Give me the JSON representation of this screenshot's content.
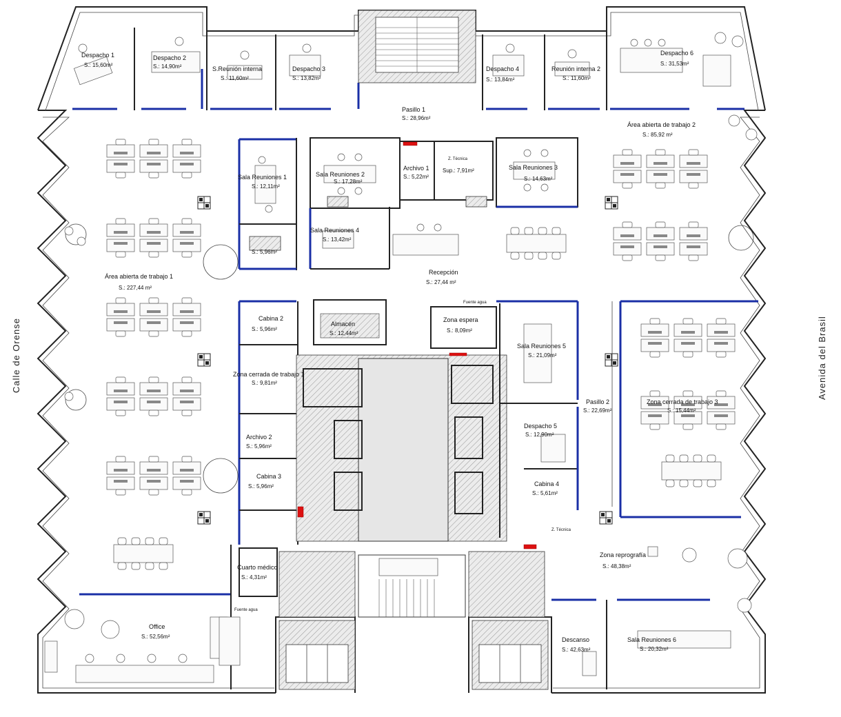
{
  "streets": {
    "left": "Calle de Orense",
    "right": "Avenida del Brasil"
  },
  "rooms": [
    {
      "id": "despacho1",
      "name": "Despacho 1",
      "area": "S.: 15,60m²"
    },
    {
      "id": "despacho2",
      "name": "Despacho 2",
      "area": "S.: 14,90m²"
    },
    {
      "id": "reunion-interna1",
      "name": "S.Reunión interna",
      "area": "S.: 11,60m²"
    },
    {
      "id": "despacho3-top",
      "name": "Despacho 3",
      "area": "S.: 13,82m²"
    },
    {
      "id": "despacho4",
      "name": "Despacho 4",
      "area": "S.: 13,84m²"
    },
    {
      "id": "reunion-interna2",
      "name": "Reunión interna 2",
      "area": "S.: 11,60m²"
    },
    {
      "id": "despacho6",
      "name": "Despacho 6",
      "area": "S.: 31,53m²"
    },
    {
      "id": "pasillo1",
      "name": "Pasillo 1",
      "area": "S.: 28,96m²"
    },
    {
      "id": "area-abierta2",
      "name": "Área abierta de trabajo 2",
      "area": "S.: 85,92 m²"
    },
    {
      "id": "sala-reuniones1",
      "name": "Sala Reuniones 1",
      "area": "S.: 12,11m²"
    },
    {
      "id": "sala-reuniones2",
      "name": "Sala Reuniones 2",
      "area": "S.: 17,28m²"
    },
    {
      "id": "archivo1",
      "name": "Archivo 1",
      "area": "S.: 5,22m²"
    },
    {
      "id": "z-tecnica",
      "name": "Z. Técnica",
      "area": "Sup.: 7,91m²"
    },
    {
      "id": "sala-reuniones3",
      "name": "Sala Reuniones 3",
      "area": "S.: 14,63m²"
    },
    {
      "id": "sala-reuniones4",
      "name": "Sala Reuniones 4",
      "area": "S.: 13,42m²"
    },
    {
      "id": "cabina-small-top",
      "name": "",
      "area": "S.: 5,96m²"
    },
    {
      "id": "recepcion",
      "name": "Recepción",
      "area": "S.: 27,44 m²"
    },
    {
      "id": "area-abierta1",
      "name": "Área abierta de trabajo 1",
      "area": "S.: 227,44 m²"
    },
    {
      "id": "cabina2",
      "name": "Cabina 2",
      "area": "S.: 5,96m²"
    },
    {
      "id": "almacen",
      "name": "Almacén",
      "area": "S.: 12,44m²"
    },
    {
      "id": "zona-espera",
      "name": "Zona espera",
      "area": "S.: 8,09m²"
    },
    {
      "id": "sala-reuniones5",
      "name": "Sala Reuniones 5",
      "area": "S.: 21,09m²"
    },
    {
      "id": "zona-cerrada1",
      "name": "Zona cerrada de trabajo 1",
      "area": "S.: 9,81m²"
    },
    {
      "id": "pasillo2",
      "name": "Pasillo 2",
      "area": "S.: 22,69m²"
    },
    {
      "id": "zona-cerrada3",
      "name": "Zona cerrada de trabajo 3",
      "area": "S.: 15,44m²"
    },
    {
      "id": "despacho5",
      "name": "Despacho 5",
      "area": "S.: 12,90m²"
    },
    {
      "id": "archivo2",
      "name": "Archivo 2",
      "area": "S.: 5,96m²"
    },
    {
      "id": "cabina4",
      "name": "Cabina 4",
      "area": "S.: 5,61m²"
    },
    {
      "id": "cabina3",
      "name": "Cabina 3",
      "area": "S.: 5,96m²"
    },
    {
      "id": "cuarto-medico",
      "name": "Cuarto médico",
      "area": "S.: 4,31m²"
    },
    {
      "id": "zona-reprografia",
      "name": "Zona reprografía",
      "area": "S.: 48,38m²"
    },
    {
      "id": "office",
      "name": "Office",
      "area": "S.: 52,56m²"
    },
    {
      "id": "descanso",
      "name": "Descanso",
      "area": "S.: 42,63m²"
    },
    {
      "id": "sala-reuniones6",
      "name": "Sala Reuniones 6",
      "area": "S.: 20,32m²"
    }
  ],
  "notes": {
    "fuente-agua-1": "Fuente agua",
    "fuente-agua-2": "Fuente agua",
    "z-tecnica-2": "Z. Técnica"
  },
  "colors": {
    "partition": "#1a2fa6",
    "wall": "#222222",
    "fire-equipment": "#dd1111"
  }
}
